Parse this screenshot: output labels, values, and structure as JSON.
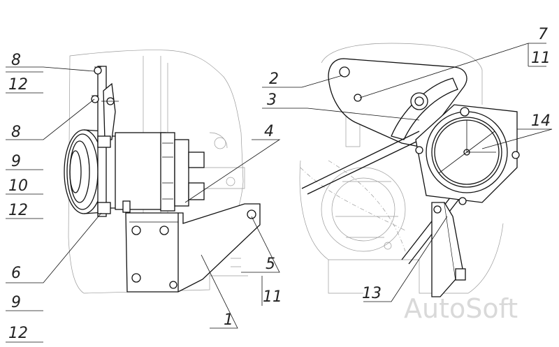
{
  "left_view": {
    "callouts": {
      "c8a": "8",
      "c12a": "12",
      "c8b": "8",
      "c9a": "9",
      "c10": "10",
      "c12b": "12",
      "c6": "6",
      "c9b": "9",
      "c12c": "12",
      "c4": "4",
      "c5": "5",
      "c11": "11",
      "c1": "1"
    }
  },
  "right_view": {
    "callouts": {
      "c7": "7",
      "c11": "11",
      "c2": "2",
      "c3": "3",
      "c14": "14",
      "c13": "13"
    }
  },
  "watermark": "AutoSoft"
}
